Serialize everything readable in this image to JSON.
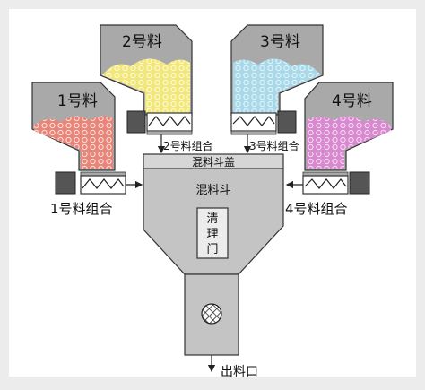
{
  "labels": {
    "hopper1": "1号料",
    "hopper2": "2号料",
    "hopper3": "3号料",
    "hopper4": "4号料",
    "group1": "1号料组合",
    "group2": "2号料组合",
    "group3": "3号料组合",
    "group4": "4号料组合",
    "mixer_lid": "混料斗盖",
    "mixer": "混料斗",
    "clean_door": "清理门",
    "outlet": "出料口"
  },
  "colors": {
    "background": "#ececec",
    "panel": "#ffffff",
    "hopper": "#a9a9a9",
    "mixer_body": "#c4c4c4",
    "material1": "#e88578",
    "material2": "#f1e77a",
    "material3": "#a9d8e8",
    "material4": "#d889cf",
    "motor": "#555555"
  }
}
